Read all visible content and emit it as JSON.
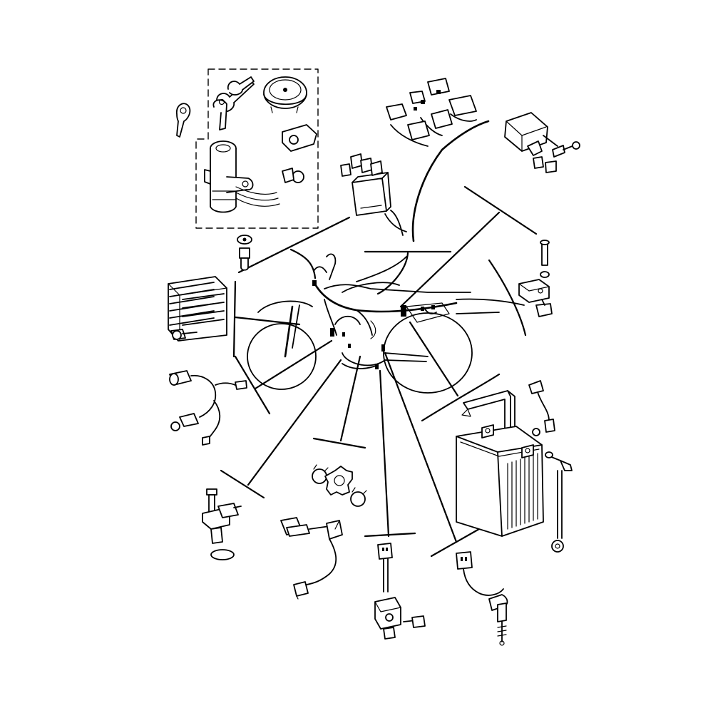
{
  "diagram": {
    "kind": "exploded-parts-diagram",
    "colors": {
      "line": "#000000",
      "background": "#ffffff"
    },
    "parts": [
      {
        "id": "main-switch-kit",
        "icon": "ignition-switch-kit-icon"
      },
      {
        "id": "relay-group",
        "icon": "relay-icon"
      },
      {
        "id": "fuse-box",
        "icon": "fuse-box-icon"
      },
      {
        "id": "starter-relay",
        "icon": "starter-relay-icon"
      },
      {
        "id": "rectifier-regulator",
        "icon": "rectifier-regulator-icon"
      },
      {
        "id": "sensor-lead",
        "icon": "sensor-lead-icon"
      },
      {
        "id": "crank-sensor",
        "icon": "crank-sensor-icon"
      },
      {
        "id": "clamp-set",
        "icon": "clamp-icon"
      },
      {
        "id": "speed-sensor",
        "icon": "speed-sensor-icon"
      },
      {
        "id": "neutral-switch",
        "icon": "neutral-switch-icon"
      },
      {
        "id": "sidestand-switch",
        "icon": "sidestand-switch-icon"
      },
      {
        "id": "battery",
        "icon": "battery-icon"
      },
      {
        "id": "battery-band",
        "icon": "battery-band-icon"
      },
      {
        "id": "battery-leads",
        "icon": "battery-lead-icon"
      },
      {
        "id": "small-relay",
        "icon": "small-relay-icon"
      },
      {
        "id": "wire-harness",
        "icon": "wire-harness-icon"
      },
      {
        "id": "motorcycle-outline",
        "icon": "motorcycle-outline-icon"
      }
    ]
  }
}
